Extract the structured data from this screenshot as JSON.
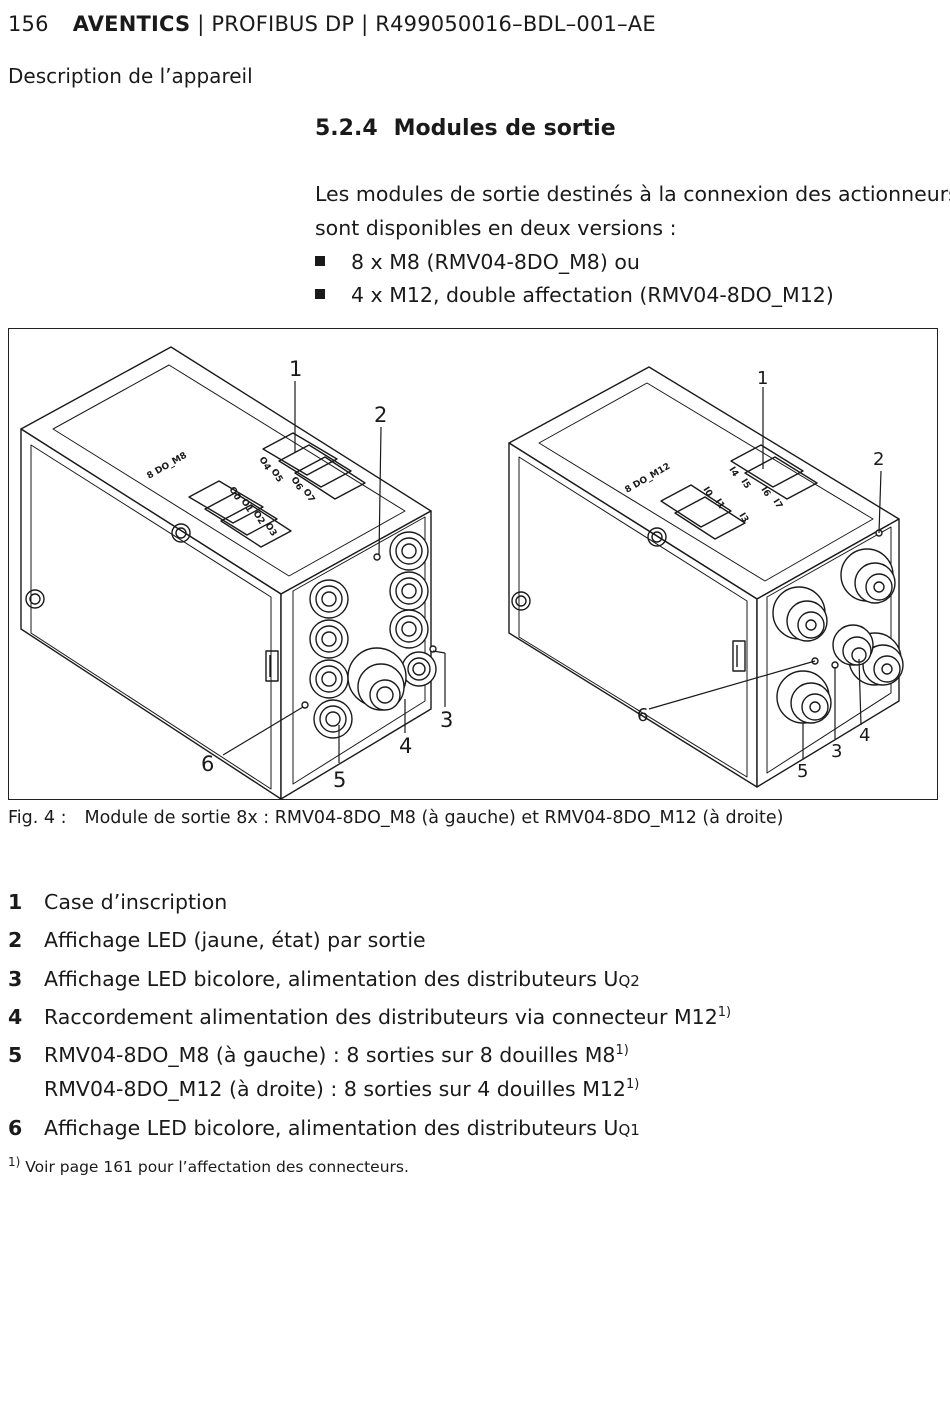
{
  "header": {
    "page_number": "156",
    "brand": "AVENTICS",
    "rest": " | PROFIBUS DP | R499050016–BDL–001–AE"
  },
  "section_title": "Description de l’appareil",
  "heading": {
    "number": "5.2.4",
    "title": "Modules de sortie"
  },
  "intro": {
    "line1": "Les modules de sortie destinés à la connexion des actionneurs",
    "line2": "sont disponibles en deux versions :"
  },
  "bullets": [
    "8 x M8 (RMV04-8DO_M8) ou",
    "4 x M12, double affectation (RMV04-8DO_M12)"
  ],
  "figure": {
    "left_callouts": [
      "1",
      "2",
      "3",
      "4",
      "5",
      "6"
    ],
    "right_callouts": [
      "1",
      "2",
      "3",
      "4",
      "5",
      "6"
    ],
    "left_device": {
      "model": "8 DO_M8",
      "channels_a": [
        "O0",
        "O1",
        "O2",
        "O3"
      ],
      "channels_b": [
        "O4",
        "O5",
        "O6",
        "O7"
      ]
    },
    "right_device": {
      "model": "8 DO_M12",
      "channels_a": [
        "I0",
        "I1",
        "I3"
      ],
      "channels_b": [
        "I4",
        "I5",
        "I6",
        "I7"
      ]
    }
  },
  "caption": {
    "label": "Fig. 4 :",
    "text": "Module de sortie 8x : RMV04-8DO_M8 (à gauche) et RMV04-8DO_M12 (à droite)"
  },
  "legend": [
    {
      "num": "1",
      "text": "Case d’inscription"
    },
    {
      "num": "2",
      "text": "Affichage LED (jaune, état) par sortie"
    },
    {
      "num": "3",
      "text": "Affichage LED bicolore, alimentation des distributeurs U",
      "sub": "Q2"
    },
    {
      "num": "4",
      "text": "Raccordement alimentation des distributeurs via connecteur M12",
      "sup": "1)"
    },
    {
      "num": "5",
      "text": "RMV04-8DO_M8 (à gauche) : 8 sorties sur 8 douilles M8",
      "sup": "1)",
      "text2": "RMV04-8DO_M12 (à droite) : 8 sorties sur 4 douilles M12",
      "sup2": "1)"
    },
    {
      "num": "6",
      "text": "Affichage LED bicolore, alimentation des distributeurs U",
      "sub": "Q1"
    }
  ],
  "footnote": {
    "mark": "1)",
    "text": " Voir page 161 pour l’affectation des connecteurs."
  }
}
